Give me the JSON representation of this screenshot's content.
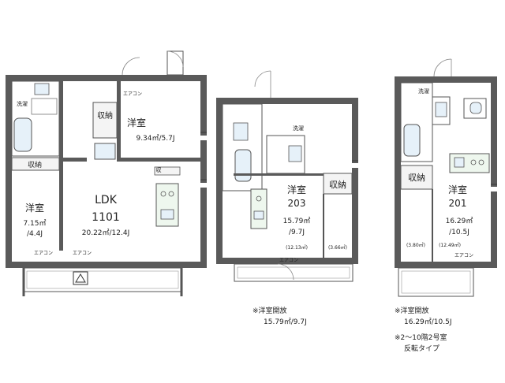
{
  "plans": [
    {
      "unit": "1101",
      "rooms": [
        {
          "name": "洋室",
          "area": "9.34㎡/5.7J"
        },
        {
          "name": "LDK",
          "area": "20.22㎡/12.4J"
        },
        {
          "name": "洋室",
          "area": "7.15㎡",
          "area2": "/4.4J"
        }
      ],
      "storage": [
        "収納",
        "収納",
        "収"
      ],
      "fixtures": [
        "洗濯",
        "エアコン",
        "エアコン",
        "エアコン"
      ]
    },
    {
      "unit": "203",
      "room": {
        "name": "洋室",
        "area": "15.79㎡",
        "area2": "/9.7J"
      },
      "storage": "収納",
      "sub_areas": [
        "(12.13㎡)",
        "(3.66㎡)"
      ],
      "fixtures": [
        "洗濯",
        "エアコン"
      ]
    },
    {
      "unit": "201",
      "room": {
        "name": "洋室",
        "area": "16.29㎡",
        "area2": "/10.5J"
      },
      "storage": "収納",
      "sub_areas": [
        "(3.80㎡)",
        "(12.49㎡)"
      ],
      "fixtures": [
        "洗濯",
        "エアコン"
      ]
    }
  ],
  "notes": {
    "unit203": {
      "line1": "※洋室開放",
      "line2": "15.79㎡/9.7J"
    },
    "unit201": {
      "line1": "※洋室開放",
      "line2": "16.29㎡/10.5J",
      "line3": "※2～10階2号室",
      "line4": "反転タイプ"
    }
  }
}
